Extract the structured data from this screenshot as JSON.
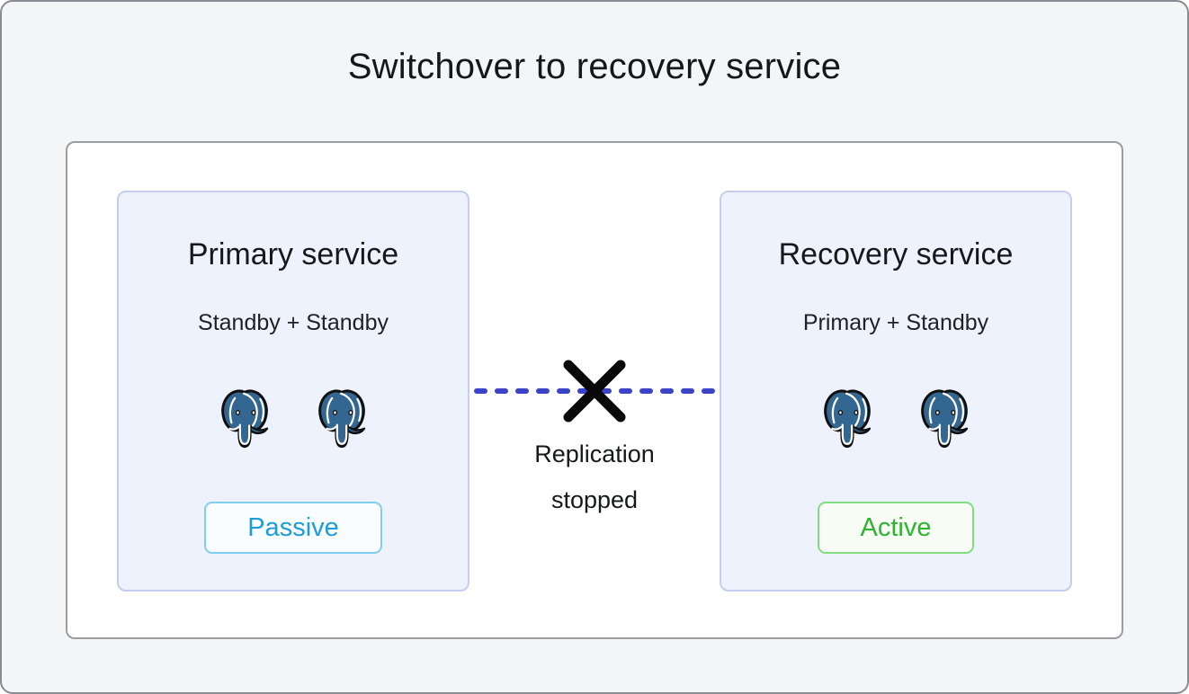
{
  "title": "Switchover to recovery service",
  "cards": [
    {
      "heading": "Primary service",
      "subtitle": "Standby + Standby",
      "database_icons": [
        "postgresql-elephant",
        "postgresql-elephant"
      ],
      "badge": {
        "label": "Passive",
        "text_color": "#1E9CD8",
        "border_color": "#7FCDEF",
        "bg_color": "#FAFDFF"
      }
    },
    {
      "heading": "Recovery service",
      "subtitle": "Primary + Standby",
      "database_icons": [
        "postgresql-elephant",
        "postgresql-elephant"
      ],
      "badge": {
        "label": "Active",
        "text_color": "#2FB42F",
        "border_color": "#80DD80",
        "bg_color": "#F7FCF5"
      }
    }
  ],
  "replication_link": {
    "label": "Replication stopped",
    "line_style": "dashed",
    "line_color": "#3B44C8",
    "status_icon": "x-cross-icon"
  },
  "colors": {
    "page_background": "#F4F5F7",
    "outer_border": "#8A8A92",
    "panel_background": "#FFFFFF",
    "panel_border": "#9C9CA3",
    "card_background": "#EEF2FD",
    "card_border": "#C5CEF0",
    "text": "#17181A",
    "postgres_blue": "#336791"
  }
}
